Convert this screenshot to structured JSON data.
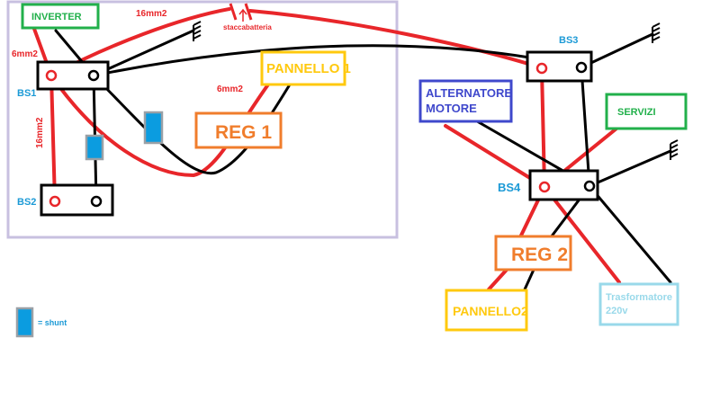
{
  "colors": {
    "red": "#e8262a",
    "black": "#000000",
    "frame": "#c8c0e0",
    "green": "#22b04b",
    "yellow": "#ffc90e",
    "orange": "#f07d2c",
    "blue": "#3f48cc",
    "lightblue": "#99d9ea",
    "shunt": "#0b9ce0",
    "label_blue": "#1c9ad6"
  },
  "labels": {
    "inverter": "INVERTER",
    "pannello1": "PANNELLO 1",
    "reg1": "REG 1",
    "bs1": "BS1",
    "bs2": "BS2",
    "bs3": "BS3",
    "bs4": "BS4",
    "alternatore_line1": "ALTERNATORE",
    "alternatore_line2": "MOTORE",
    "servizi": "SERVIZI",
    "reg2": "REG 2",
    "pannello2": "PANNELLO2",
    "trasformatore_line1": "Trasformatore",
    "trasformatore_line2": "220v",
    "staccabatteria": "staccabatteria",
    "wire_16_top": "16mm2",
    "wire_6_left": "6mm2",
    "wire_6_pan": "6mm2",
    "wire_16_vert": "16mm2",
    "legend_shunt": "= shunt"
  }
}
